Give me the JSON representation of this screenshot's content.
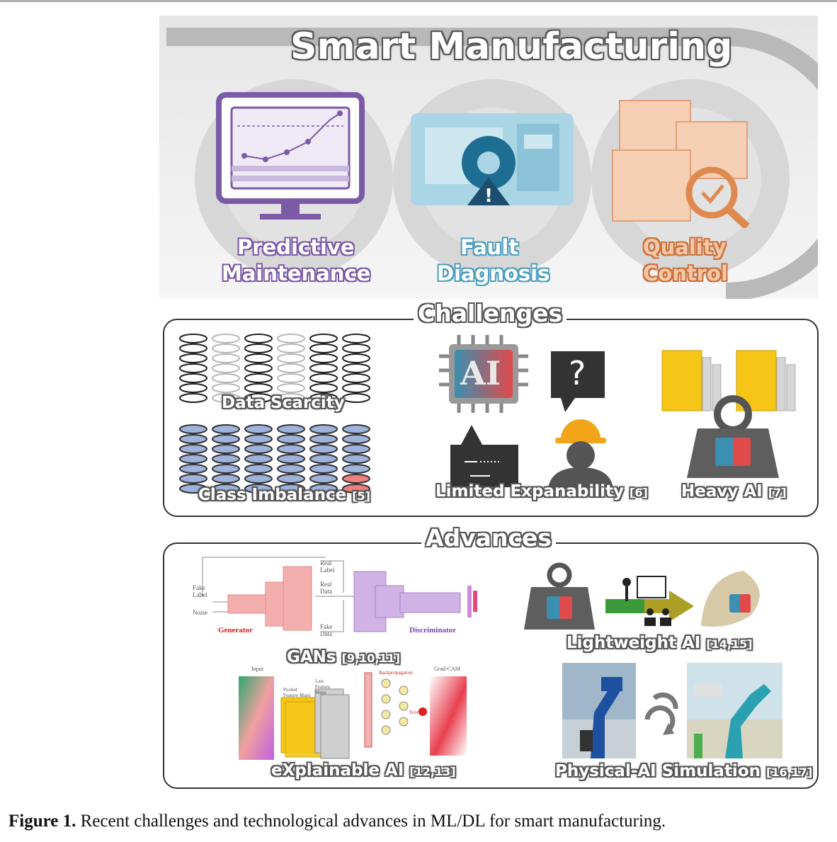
{
  "banner": {
    "title": "Smart Manufacturing",
    "items": [
      {
        "line1": "Predictive",
        "line2": "Maintenance",
        "color": "#7b5aa6"
      },
      {
        "line1": "Fault",
        "line2": "Diagnosis",
        "color": "#4e9fbf"
      },
      {
        "line1": "Quality",
        "line2": "Control",
        "color": "#f0a070"
      }
    ]
  },
  "challenges": {
    "title": "Challenges",
    "data_scarcity": "Data Scarcity",
    "class_imbalance": "Class Imbalance",
    "class_imbalance_ref": "[5]",
    "limited_explainability": "Limited Expanability",
    "limited_explainability_ref": "[6]",
    "heavy_ai": "Heavy AI",
    "heavy_ai_ref": "[7]",
    "ai_chip_text": "AI",
    "question_mark": "?"
  },
  "advances": {
    "title": "Advances",
    "gans": "GANs",
    "gans_ref": "[9,10,11]",
    "lightweight_ai": "Lightweight AI",
    "lightweight_ai_ref": "[14,15]",
    "xai": "eXplainable AI",
    "xai_ref": "[12,13]",
    "physical_ai": "Physical-AI Simulation",
    "physical_ai_ref": "[16,17]",
    "gan_labels": {
      "fake_label": "Fake Label",
      "noise": "Noise",
      "generator": "Generator",
      "real_label": "Real Label",
      "real_data": "Real Data",
      "fake_data": "Fake Data",
      "discriminator": "Discriminator"
    },
    "xai_labels": {
      "input": "Input",
      "gradcam": "Grad-CAM",
      "pooled": "Pooled Feature Maps",
      "last": "Last Feature Maps",
      "backprop": "Backpropagation",
      "score": "Score"
    }
  },
  "caption": {
    "label": "Figure 1.",
    "text": " Recent challenges and technological advances in ML/DL for smart manufacturing."
  }
}
